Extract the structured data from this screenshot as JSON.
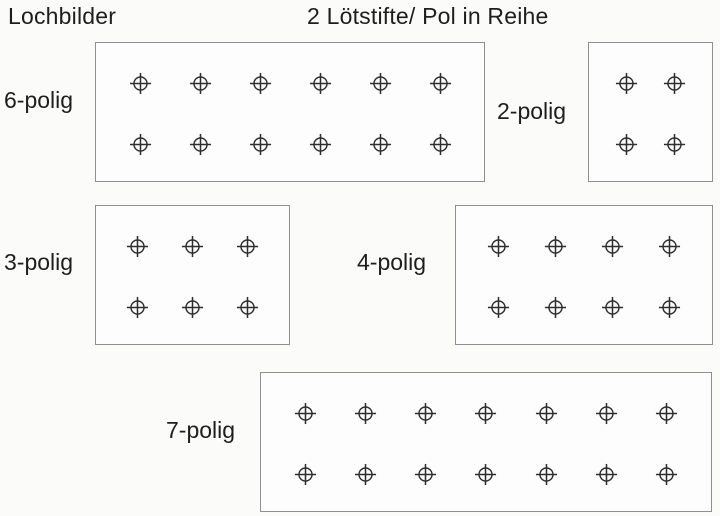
{
  "title": "Lochbilder",
  "subtitle": "2 Lötstifte/ Pol in Reihe",
  "colors": {
    "ink": "#1e1e1e",
    "hole_line": "#2e2e2e",
    "box_border": "#8f8f8f",
    "background": "#fbfbfa"
  },
  "panels": [
    {
      "label": "6-polig",
      "cols": 6,
      "rows": 2
    },
    {
      "label": "2-polig",
      "cols": 2,
      "rows": 2
    },
    {
      "label": "3-polig",
      "cols": 3,
      "rows": 2
    },
    {
      "label": "4-polig",
      "cols": 4,
      "rows": 2
    },
    {
      "label": "7-polig",
      "cols": 7,
      "rows": 2
    }
  ]
}
